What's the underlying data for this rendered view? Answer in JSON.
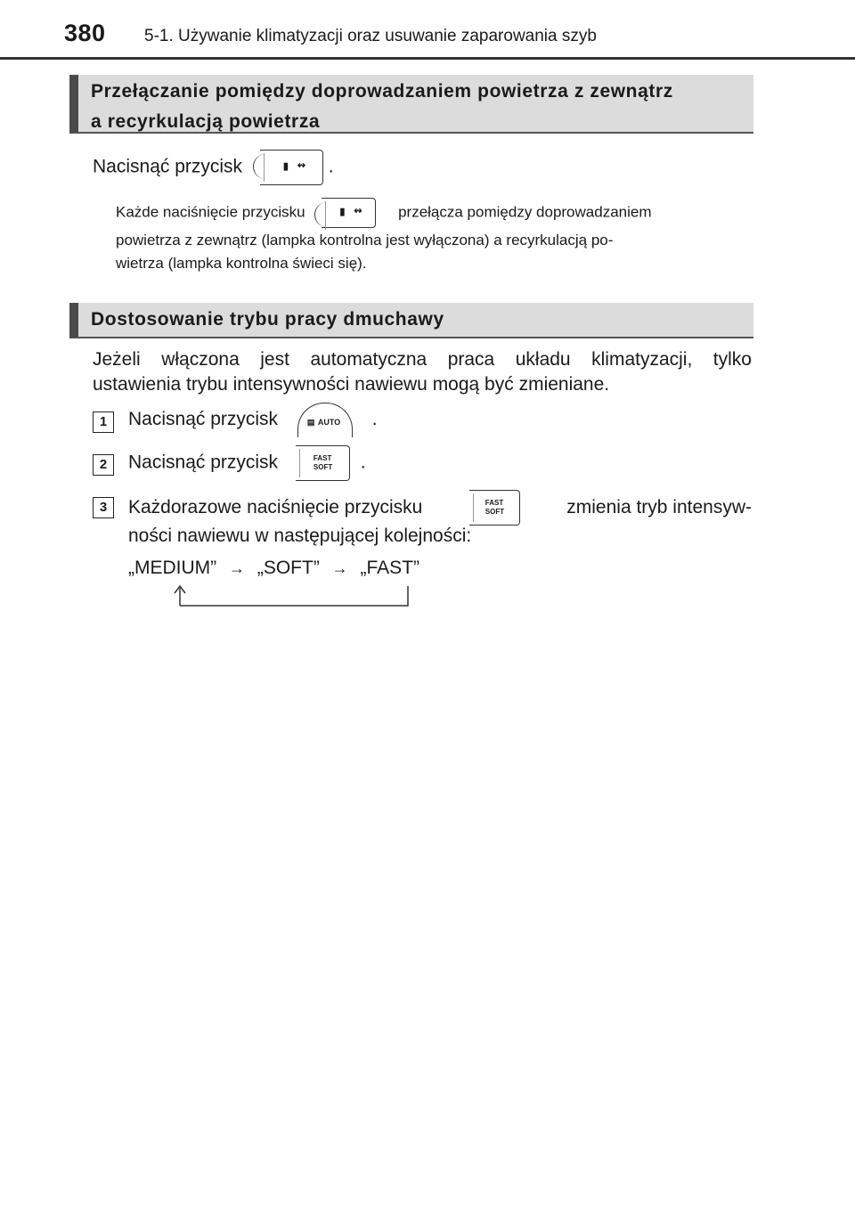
{
  "header": {
    "page_number": "380",
    "chapter": "5-1. Używanie klimatyzacji oraz usuwanie zaparowania szyb"
  },
  "section1": {
    "heading_line1": "Przełączanie pomiędzy doprowadzaniem powietrza z zewnątrz",
    "heading_line2": "a recyrkulacją powietrza",
    "instruction_prefix": "Nacisnąć przycisk",
    "instruction_suffix": ".",
    "note_line1_prefix": "Każde naciśnięcie przycisku",
    "note_line1_suffix": "przełącza pomiędzy doprowadzaniem",
    "note_line2": "powietrza z zewnątrz (lampka kontrolna jest wyłączona) a recyrkulacją po-",
    "note_line3": "wietrza (lampka kontrolna świeci się)."
  },
  "section2": {
    "heading": "Dostosowanie trybu pracy dmuchawy",
    "intro_line1": "Jeżeli włączona jest automatyczna praca układu klimatyzacji, tylko",
    "intro_line2": "ustawienia trybu intensywności nawiewu mogą być zmieniane.",
    "steps": [
      {
        "number": "1",
        "text_prefix": "Nacisnąć przycisk",
        "text_suffix": ".",
        "button_label": "AUTO"
      },
      {
        "number": "2",
        "text_prefix": "Nacisnąć przycisk",
        "text_suffix": ".",
        "button_label_top": "FAST",
        "button_label_bottom": "SOFT"
      },
      {
        "number": "3",
        "text_prefix": "Każdorazowe naciśnięcie przycisku",
        "text_suffix": "zmienia tryb intensyw-",
        "text_line2": "ności nawiewu w następującej kolejności:",
        "button_label_top": "FAST",
        "button_label_bottom": "SOFT"
      }
    ],
    "sequence": {
      "item1": "„MEDIUM”",
      "item2": "„SOFT”",
      "item3": "„FAST”",
      "arrow": "→"
    }
  }
}
